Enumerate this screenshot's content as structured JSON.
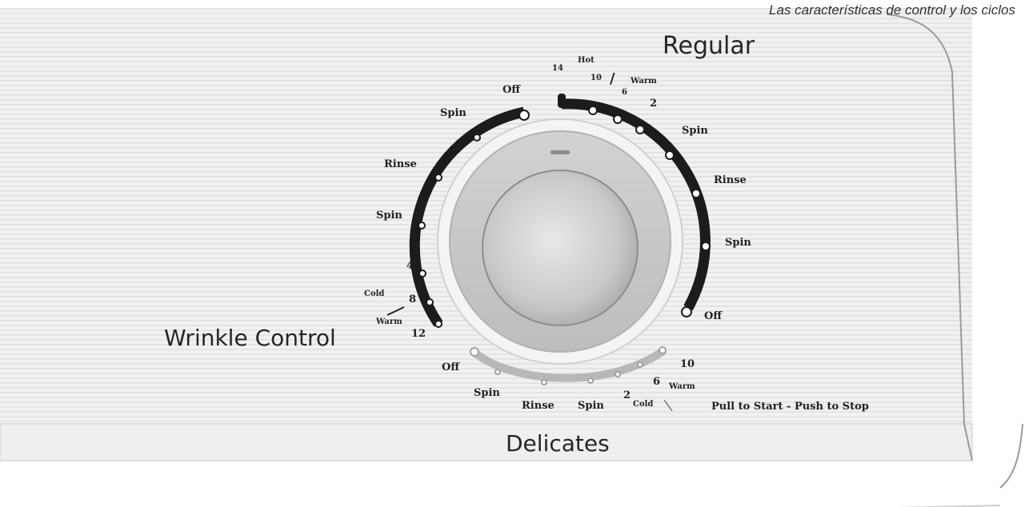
{
  "header": {
    "caption": "Las características de control y los ciclos"
  },
  "titles": {
    "regular": "Regular",
    "delicates": "Delicates",
    "wrinkle_control": "Wrinkle Control"
  },
  "instruction": "Pull to Start - Push to Stop",
  "dial": {
    "regular_labels": {
      "fourteen": "14",
      "hot": "Hot",
      "ten": "10",
      "slash": "/",
      "warm": "Warm",
      "six": "6",
      "two": "2",
      "spin_1": "Spin",
      "rinse": "Rinse",
      "spin_2": "Spin",
      "off": "Off"
    },
    "left_labels": {
      "off": "Off",
      "spin_1": "Spin",
      "rinse": "Rinse",
      "spin_2": "Spin",
      "four": "4",
      "cold": "Cold",
      "eight": "8",
      "warm": "Warm",
      "twelve": "12"
    },
    "delicates_labels": {
      "off": "Off",
      "spin_1": "Spin",
      "rinse": "Rinse",
      "spin_2": "Spin",
      "two": "2",
      "cold": "Cold",
      "six": "6",
      "warm": "Warm",
      "ten": "10"
    }
  }
}
